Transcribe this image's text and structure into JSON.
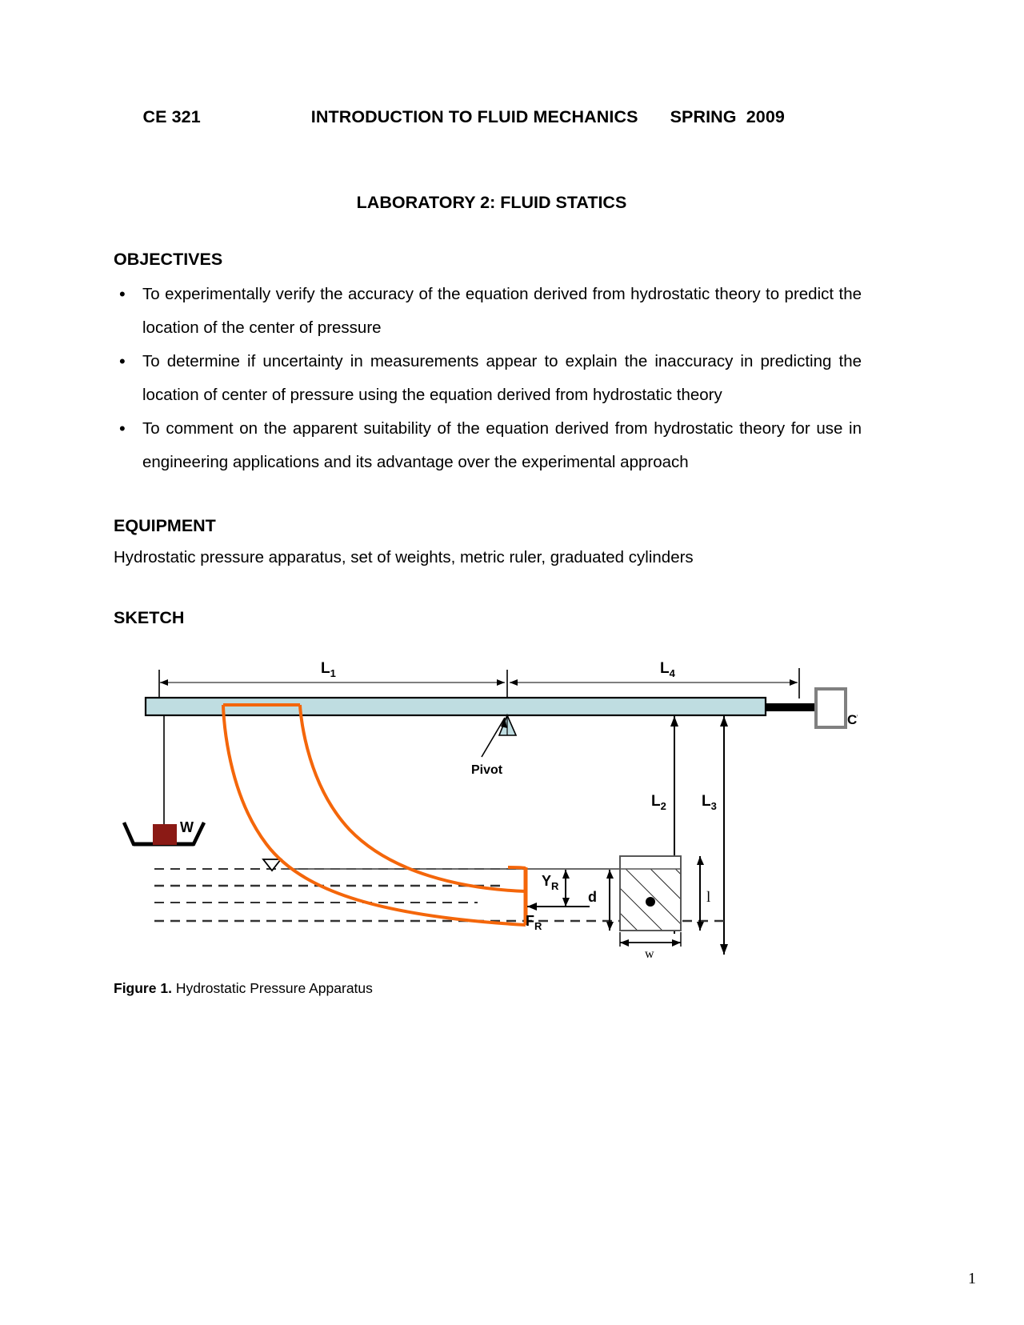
{
  "header": {
    "course": "CE 321",
    "title": "INTRODUCTION TO FLUID MECHANICS",
    "term": "SPRING  2009",
    "lab_title": "LABORATORY 2: FLUID STATICS"
  },
  "sections": {
    "objectives_heading": "OBJECTIVES",
    "objectives": [
      "To experimentally verify the accuracy of the equation derived from hydrostatic theory to predict the location of the center of pressure",
      "To determine if uncertainty in measurements appear to explain the inaccuracy in predicting the location of center of pressure using the equation derived from hydrostatic theory",
      "To comment on the apparent suitability of the equation derived from hydrostatic theory for use in engineering applications and its advantage over the experimental approach"
    ],
    "equipment_heading": "EQUIPMENT",
    "equipment_text": "Hydrostatic pressure apparatus, set of weights, metric ruler, graduated cylinders",
    "sketch_heading": "SKETCH"
  },
  "figure": {
    "caption_label": "Figure 1.",
    "caption_text": "Hydrostatic Pressure Apparatus",
    "labels": {
      "l1": "L",
      "l1_sub": "1",
      "l4": "L",
      "l4_sub": "4",
      "l2": "L",
      "l2_sub": "2",
      "l3": "L",
      "l3_sub": "3",
      "pivot": "Pivot",
      "cw": "CW",
      "w": "W",
      "yr": "Y",
      "yr_sub": "R",
      "fr": "F",
      "fr_sub": "R",
      "d": "d",
      "l": "l",
      "w_small": "w"
    },
    "colors": {
      "beam_fill": "#bfdde1",
      "pressure_curve": "#f4660a",
      "weight_block": "#8b1a15",
      "counterweight_outline": "#808080"
    }
  },
  "page_number": "1"
}
